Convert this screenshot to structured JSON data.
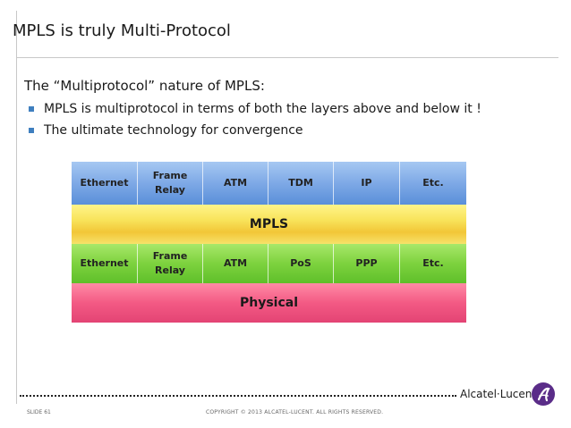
{
  "slide": {
    "title": "MPLS is truly Multi-Protocol",
    "lead": "The “Multiprotocol” nature of MPLS:",
    "bullets": [
      "MPLS is multiprotocol in terms of both the layers above and below it !",
      "The ultimate technology for convergence"
    ]
  },
  "diagram": {
    "top_row": [
      "Ethernet",
      "Frame Relay",
      "ATM",
      "TDM",
      "IP",
      "Etc."
    ],
    "mpls_label": "MPLS",
    "bottom_row": [
      "Ethernet",
      "Frame Relay",
      "ATM",
      "PoS",
      "PPP",
      "Etc."
    ],
    "physical_label": "Physical",
    "colors": {
      "top_row": "#7ea9e6",
      "mpls": "#f8e35a",
      "bottom_row": "#7dd23e",
      "physical": "#f35a84"
    }
  },
  "footer": {
    "brand": "Alcatel·Lucent",
    "slide_number": "SLIDE 61",
    "copyright": "COPYRIGHT © 2013 ALCATEL-LUCENT. ALL RIGHTS RESERVED."
  }
}
